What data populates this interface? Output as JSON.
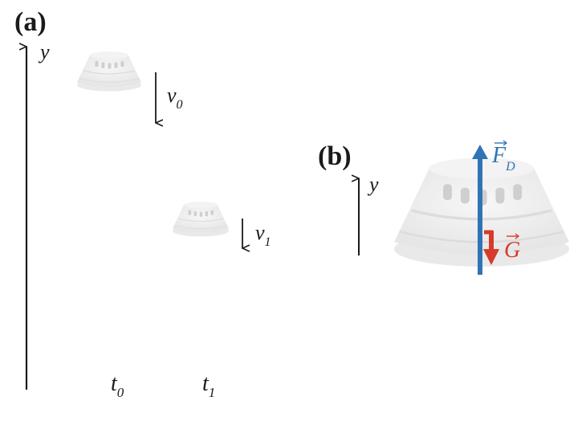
{
  "panel_a": {
    "label": "(a)",
    "axis_label": "y",
    "velocity_labels": [
      {
        "symbol": "v",
        "subscript": "0"
      },
      {
        "symbol": "v",
        "subscript": "1"
      }
    ],
    "time_labels": [
      {
        "symbol": "t",
        "subscript": "0"
      },
      {
        "symbol": "t",
        "subscript": "1"
      }
    ]
  },
  "panel_b": {
    "label": "(b)",
    "axis_label": "y",
    "force_drag": {
      "symbol": "F",
      "subscript": "D",
      "color": "#2f74b5"
    },
    "force_gravity": {
      "symbol": "G",
      "color": "#d63a2a"
    }
  },
  "colors": {
    "ink": "#1a1a1a",
    "capsule_fill": "#eeeeee",
    "capsule_edge": "#dddddd",
    "window": "#c9c9c9"
  },
  "icons": [
    "capsule-icon",
    "arrow-up-icon",
    "arrow-down-icon"
  ]
}
